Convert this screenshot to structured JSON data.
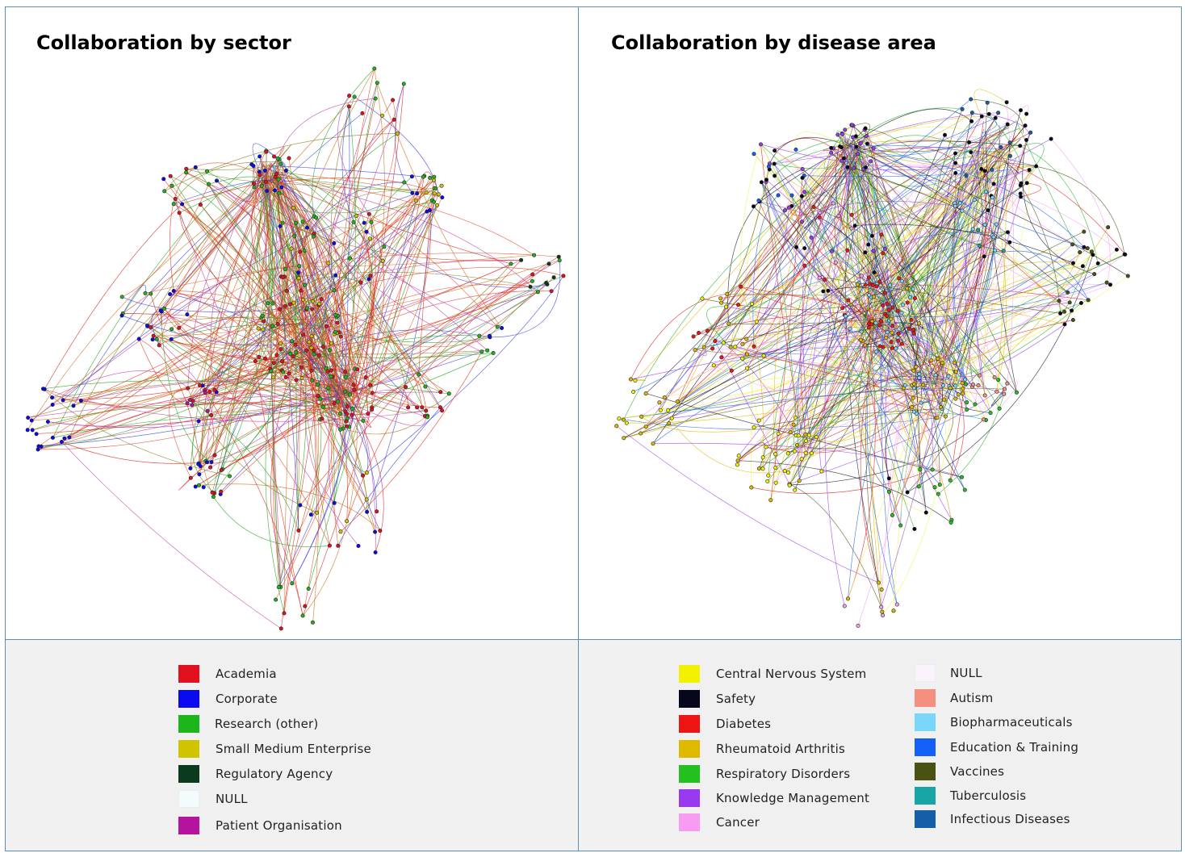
{
  "left_panel": {
    "title": "Collaboration by sector",
    "legend": [
      {
        "label": "Academia",
        "color": "#e0101e"
      },
      {
        "label": "Corporate",
        "color": "#0a0af0"
      },
      {
        "label": "Research (other)",
        "color": "#1cb51c"
      },
      {
        "label": "Small Medium Enterprise",
        "color": "#cfc400"
      },
      {
        "label": "Regulatory Agency",
        "color": "#0c3a1e"
      },
      {
        "label": "NULL",
        "color": "#f4fbfd"
      },
      {
        "label": "Patient Organisation",
        "color": "#b5129e"
      }
    ]
  },
  "right_panel": {
    "title": "Collaboration by disease area",
    "legend_col1": [
      {
        "label": "Central Nervous System",
        "color": "#f2f200"
      },
      {
        "label": "Safety",
        "color": "#06061c"
      },
      {
        "label": "Diabetes",
        "color": "#ee1414"
      },
      {
        "label": "Rheumatoid Arthritis",
        "color": "#e0b800"
      },
      {
        "label": "Respiratory Disorders",
        "color": "#24c020"
      },
      {
        "label": "Knowledge Management",
        "color": "#9a3af0"
      },
      {
        "label": "Cancer",
        "color": "#f79cf2"
      }
    ],
    "legend_col2": [
      {
        "label": "NULL",
        "color": "#fbf3fb"
      },
      {
        "label": "Autism",
        "color": "#f59080"
      },
      {
        "label": "Biopharmaceuticals",
        "color": "#7ad6fb"
      },
      {
        "label": "Education & Training",
        "color": "#1460f7"
      },
      {
        "label": "Vaccines",
        "color": "#4a5212"
      },
      {
        "label": "Tuberculosis",
        "color": "#17a5a5"
      },
      {
        "label": "Infectious Diseases",
        "color": "#155fa8"
      }
    ]
  }
}
